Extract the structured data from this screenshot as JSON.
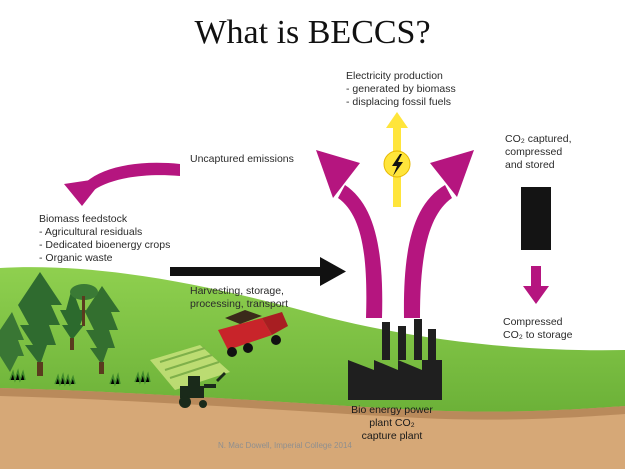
{
  "title": "What is BECCS?",
  "labels": {
    "electricity": [
      "Electricity production",
      "- generated by biomass",
      "- displacing fossil fuels"
    ],
    "uncaptured": "Uncaptured emissions",
    "co2_captured": [
      "CO₂ captured,",
      "compressed",
      "and stored"
    ],
    "biomass": [
      "Biomass feedstock",
      "- Agricultural residuals",
      "- Dedicated bioenergy crops",
      "- Organic waste"
    ],
    "harvesting": [
      "Harvesting, storage,",
      "processing, transport"
    ],
    "compressed": [
      "Compressed",
      "CO₂ to storage"
    ],
    "power_plant": [
      "Bio energy power",
      "plant CO₂",
      "capture plant"
    ]
  },
  "credit": "N. Mac Dowell, Imperial College 2014",
  "colors": {
    "magenta": "#b5157f",
    "arrow_black": "#111111",
    "grass": "#77c043",
    "grass_dark": "#5ea52f",
    "soil": "#d6a877",
    "sky": "#ffffff",
    "bolt_yellow": "#ffe53b"
  },
  "icons": [
    "lightning-bolt-icon",
    "factory-icon",
    "truck-icon",
    "tractor-icon",
    "tree-icon",
    "storage-block-icon"
  ]
}
